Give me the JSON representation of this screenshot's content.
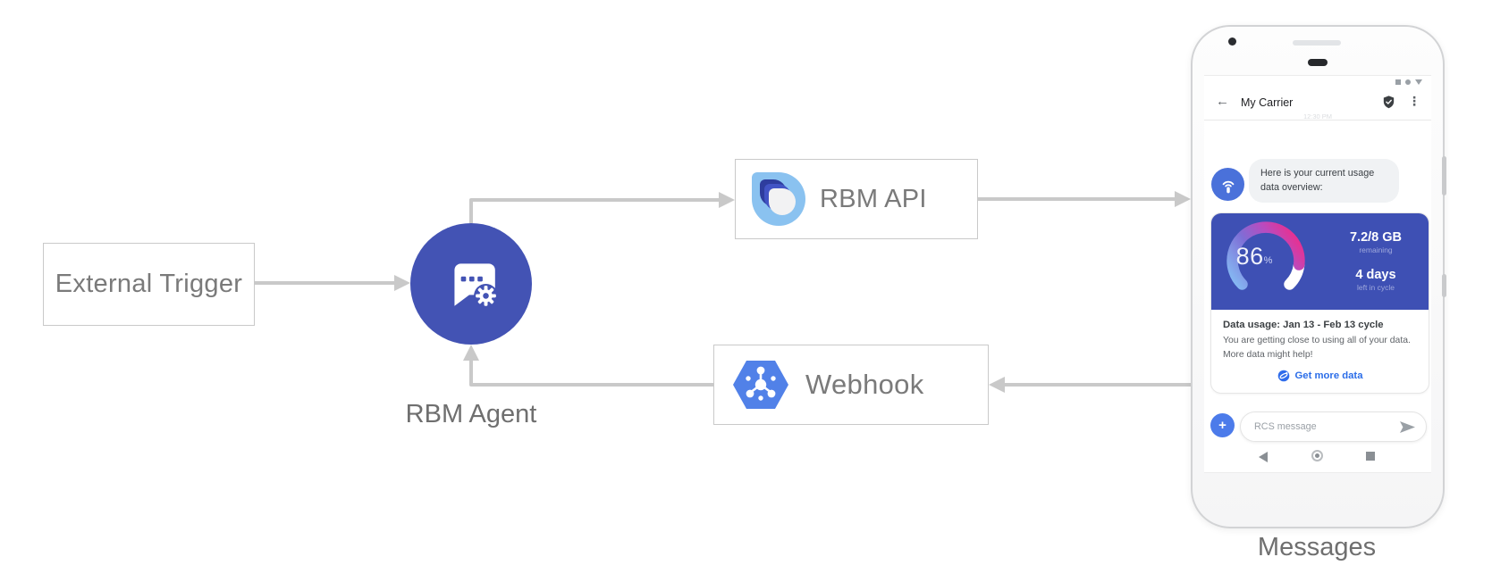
{
  "diagram": {
    "external_trigger_label": "External Trigger",
    "rbm_agent_label": "RBM Agent",
    "rbm_api_label": "RBM API",
    "webhook_label": "Webhook",
    "phone_caption": "Messages"
  },
  "phone": {
    "header": {
      "back_icon": "←",
      "title": "My Carrier",
      "menu_icon": "⋮",
      "timestamp": "12:30 PM"
    },
    "chat": {
      "agent_message": "Here is your current usage data overview:"
    },
    "usage_card": {
      "gauge": {
        "percent": "86",
        "unit": "%",
        "fraction_used": 0.86
      },
      "quota_value": "7.2/8 GB",
      "quota_caption": "remaining",
      "days_value": "4 days",
      "days_caption": "left in cycle",
      "title": "Data usage: Jan 13 - Feb 13 cycle",
      "body": "You are getting close to using all of your data. More data might help!",
      "action_label": "Get more data"
    },
    "composer": {
      "plus_icon": "+",
      "placeholder": "RCS message"
    }
  },
  "colors": {
    "arrow_gray": "#c9c9c9",
    "box_border": "#c9c9c9",
    "label_gray": "#7a7a7a",
    "agent_circle_indigo": "#4353b4",
    "usage_panel_indigo": "#3e50b4",
    "webhook_blue": "#5181e8",
    "plus_button_blue": "#4c7bea",
    "avatar_blue": "#4a71da",
    "link_blue": "#2b6de8",
    "gauge_gradient": [
      "#85b7f2",
      "#7e6ed6",
      "#b94bbf",
      "#ea2f8e"
    ]
  }
}
